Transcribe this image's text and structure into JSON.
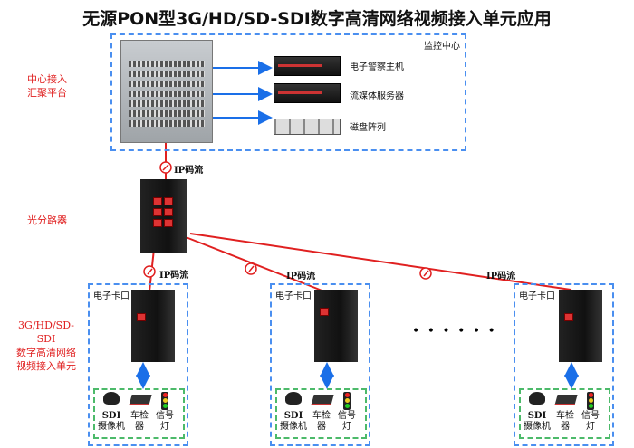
{
  "title": "无源PON型3G/HD/SD-SDI数字高清网络视频接入单元应用",
  "center": {
    "label": "监控中心",
    "platform_label_1": "中心接入",
    "platform_label_2": "汇聚平台",
    "servers": [
      "电子警察主机",
      "流媒体服务器",
      "磁盘阵列"
    ]
  },
  "splitter": {
    "label": "光分路器"
  },
  "stream_label": "IP码流",
  "unit_label": {
    "line1": "3G/HD/SD-SDI",
    "line2": "数字高清网络",
    "line3": "视频接入单元"
  },
  "units": [
    {
      "title": "电子卡口"
    },
    {
      "title": "电子卡口"
    },
    {
      "title": "电子卡口"
    }
  ],
  "peripherals": {
    "camera_1": "SDI",
    "camera_2": "摄像机",
    "detector_1": "车检",
    "detector_2": "器",
    "light_1": "信号",
    "light_2": "灯"
  },
  "ellipsis": "• • • • • •",
  "colors": {
    "fiber": "#e02020",
    "frame": "#4a8ff0",
    "peripheral_frame": "#4cba6a",
    "arrow": "#1a6fe8"
  }
}
